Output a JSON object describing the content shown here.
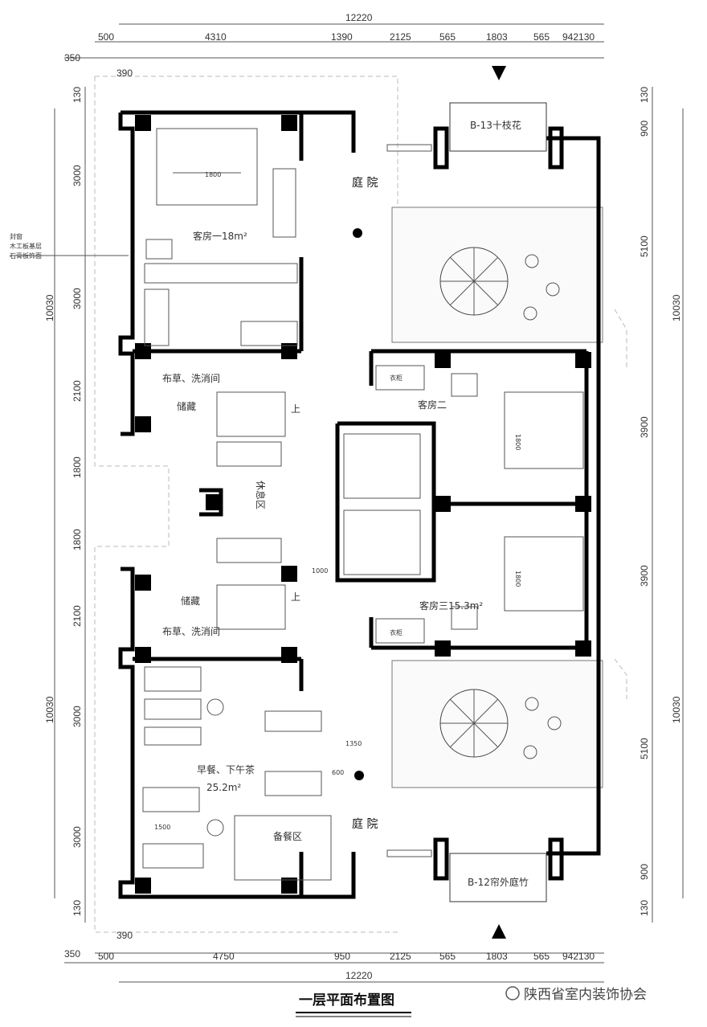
{
  "dimensions": {
    "total_width": "12220",
    "top_row": [
      "500",
      "4310",
      "1390",
      "2125",
      "565",
      "1803",
      "565",
      "942130"
    ],
    "bottom_row": [
      "500",
      "4750",
      "950",
      "2125",
      "565",
      "1803",
      "565",
      "942130"
    ],
    "offset_350": "350",
    "offset_390": "390",
    "left_outer": "10030",
    "left_inner": [
      "130",
      "3000",
      "3000",
      "2100",
      "1800",
      "1800",
      "2100",
      "3000",
      "3000",
      "130"
    ],
    "right_outer": "10030",
    "right_inner": [
      "130",
      "900",
      "5100",
      "3900",
      "3900",
      "5100",
      "900",
      "130"
    ],
    "interior": [
      "1800",
      "1000",
      "1350",
      "600",
      "1500",
      "1800",
      "1800"
    ]
  },
  "labels": {
    "courtyard_top": "庭 院",
    "courtyard_bottom": "庭 院",
    "guest_room_1": "客房一18m²",
    "guest_room_2": "客房二",
    "guest_room_3": "客房三15.3m²",
    "linen_laundry_top": "布草、洗消间",
    "storage_top": "储藏",
    "storage_bottom": "储藏",
    "linen_laundry_bottom": "布草、洗消间",
    "breakfast_tea": "早餐、下午茶",
    "breakfast_area": "25.2m²",
    "prep_area": "备餐区",
    "lounge": "休息区",
    "wardrobe_1": "衣柜",
    "wardrobe_2": "衣柜",
    "up_1": "上",
    "up_2": "上",
    "entry_top": "B-13十枝花",
    "entry_bottom": "B-12帘外庭竹",
    "side_note": [
      "封窗",
      "木工板基层",
      "石膏板饰面"
    ],
    "drawing_title": "一层平面布置图",
    "watermark": "陕西省室内装饰协会"
  }
}
